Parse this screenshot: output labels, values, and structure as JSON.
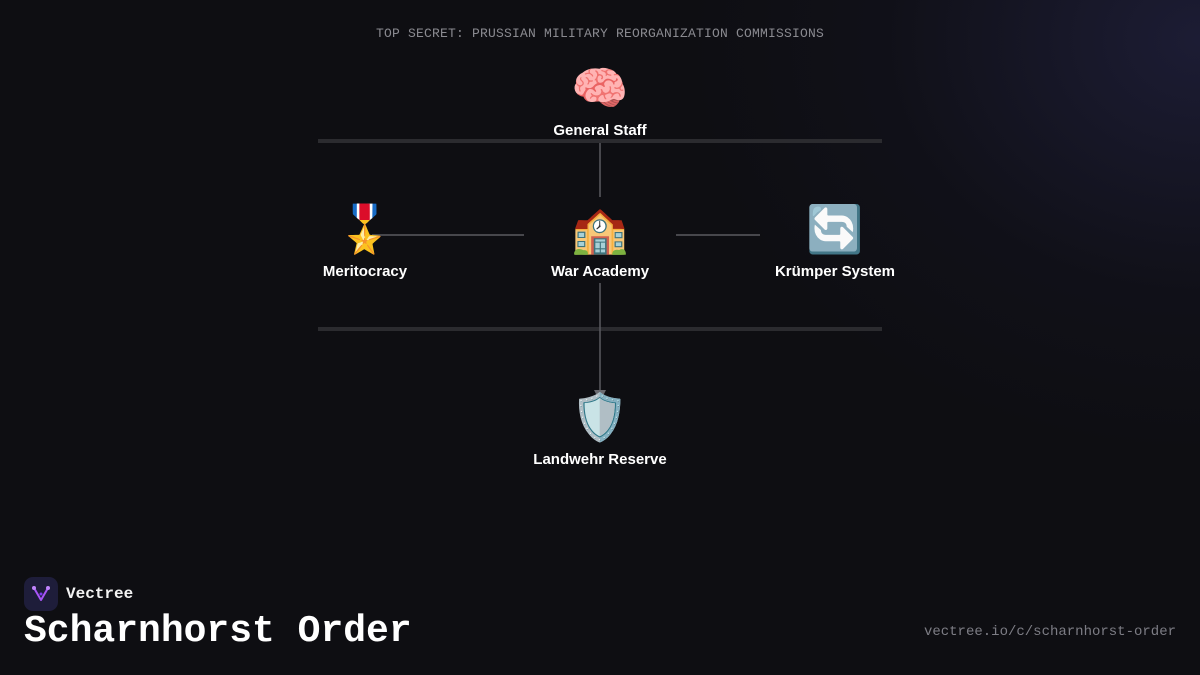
{
  "header": {
    "classification": "TOP SECRET: PRUSSIAN MILITARY REORGANIZATION COMMISSIONS"
  },
  "diagram": {
    "nodes": {
      "general_staff": {
        "label": "General Staff",
        "icon": "🧠",
        "icon_name": "brain-icon"
      },
      "meritocracy": {
        "label": "Meritocracy",
        "icon": "🎖️",
        "icon_name": "medal-icon"
      },
      "war_academy": {
        "label": "War Academy",
        "icon": "🏫",
        "icon_name": "school-icon"
      },
      "krumper_system": {
        "label": "Krümper System",
        "icon": "🔄",
        "icon_name": "cycle-arrows-icon"
      },
      "landwehr_reserve": {
        "label": "Landwehr Reserve",
        "icon": "🛡️",
        "icon_name": "shield-icon"
      }
    },
    "edges": [
      {
        "from": "general_staff",
        "to": "war_academy"
      },
      {
        "from": "war_academy",
        "to": "meritocracy"
      },
      {
        "from": "war_academy",
        "to": "krumper_system"
      },
      {
        "from": "war_academy",
        "to": "landwehr_reserve",
        "arrow": true
      }
    ]
  },
  "footer": {
    "brand_name": "Vectree",
    "title": "Scharnhorst Order",
    "url": "vectree.io/c/scharnhorst-order"
  },
  "colors": {
    "background": "#0e0e12",
    "connector": "#5a5a60",
    "separator": "#2b2b2f",
    "accent": "#a855f7"
  }
}
